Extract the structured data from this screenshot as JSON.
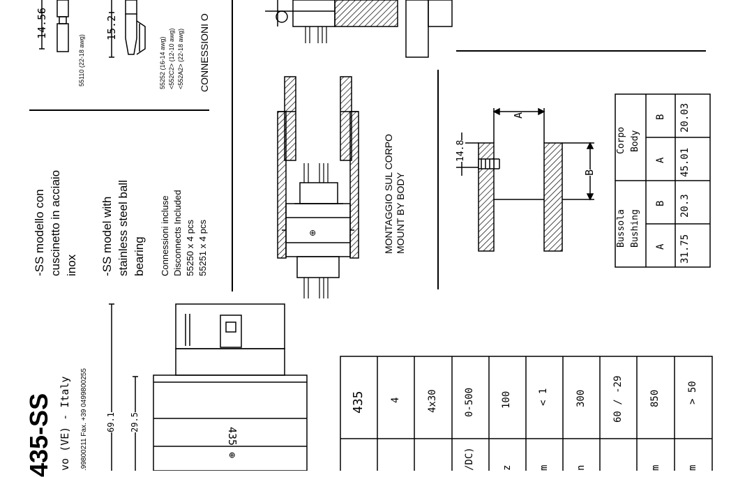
{
  "terminals": {
    "dim_a": "14.56",
    "code_a": "55110 (22-18 awg)",
    "dim_b": "15.2",
    "code_b": [
      "55252  (16-14 awg)",
      "<552C2>  (12-10 awg)",
      "<552A2>  (22-18 awg)"
    ],
    "connections_cut": "CONNESSIONI  O"
  },
  "model": {
    "it_lines": [
      "-SS modello con",
      "cuscinetto in acciaio",
      "inox"
    ],
    "en_lines": [
      "-SS model with",
      "stainless steel ball",
      "bearing"
    ],
    "included_lines": [
      "Connessioni incluse",
      "Disconnects Included",
      "55250 x 4 pcs",
      "55251 x 4 pcs"
    ]
  },
  "mount": {
    "lines": [
      "MONTAGGIO SUL CORPO",
      "MOUNT BY BODY"
    ],
    "body_mark": "⊕"
  },
  "cutaway": {
    "dim_thickness": "14.8",
    "label_a": "A",
    "label_b": "B"
  },
  "dims_table": {
    "groups": [
      {
        "name": "Bussola",
        "sub": "Bushing",
        "cols": [
          {
            "label": "A",
            "value": "31.75"
          },
          {
            "label": "B",
            "value": "20.3"
          }
        ]
      },
      {
        "name": "Corpo",
        "sub": "Body",
        "cols": [
          {
            "label": "A",
            "value": "45.01"
          },
          {
            "label": "B",
            "value": "20.03"
          }
        ]
      }
    ]
  },
  "title": {
    "model": "435-SS",
    "place": "vo (VE) - Italy",
    "phone_fax": ".99800211  Fax. +39 0499800255"
  },
  "side_view": {
    "dim_total": "69.1",
    "dim_body": "29.5",
    "body_label": "435 ⊕"
  },
  "specs": {
    "values": [
      "435",
      "4",
      "4x30",
      "0-500",
      "100",
      "< 1",
      "300",
      "60 / -29",
      "850",
      "> 50"
    ],
    "units_partial": [
      "",
      "",
      "",
      "/DC)",
      "z",
      "m",
      "n",
      "",
      "m",
      "m"
    ]
  }
}
